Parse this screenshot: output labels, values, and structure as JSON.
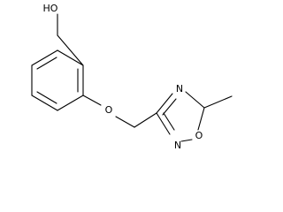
{
  "molecule": {
    "labels": {
      "hydroxyl": "HO",
      "ether_oxygen": "O",
      "ring_n4": "N",
      "ring_n2": "N",
      "ring_o1": "O"
    },
    "colors": {
      "bond": "#000000",
      "text": "#000000",
      "background": "#ffffff"
    }
  }
}
